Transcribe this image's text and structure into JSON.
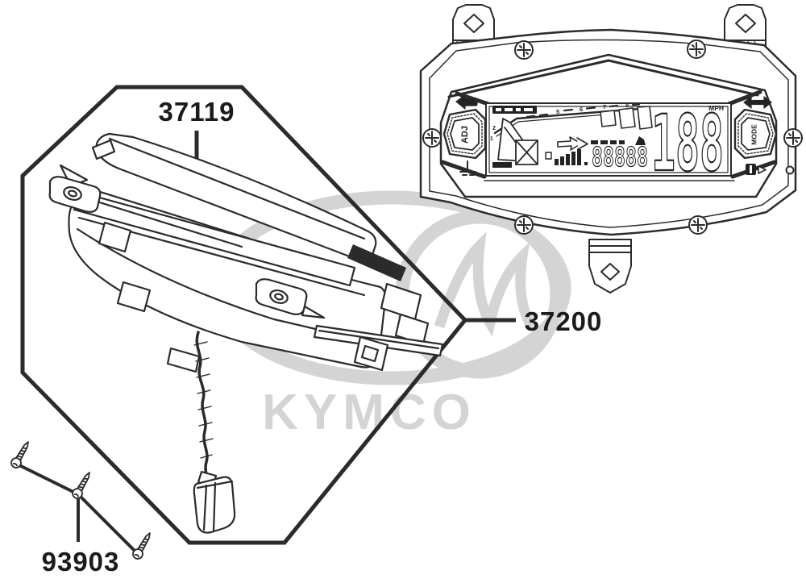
{
  "watermark": {
    "brand": "KYMCO",
    "color": "#d4d4d4"
  },
  "part_labels": {
    "top_cover": "37119",
    "meter_assembly": "37200",
    "screws": "93903"
  },
  "meter_display": {
    "speed_value": "188",
    "speed_unit": "MPH",
    "odometer_value": "88888",
    "left_button_label": "ADJ",
    "right_button_label": "MODE",
    "tach_scale_low": [
      "1",
      "2"
    ],
    "tach_scale_high": [
      "5",
      "6",
      "7",
      "8"
    ]
  },
  "colors": {
    "line": "#2b2b2b",
    "label_text": "#1b1b1b",
    "watermark": "#d4d4d4"
  }
}
